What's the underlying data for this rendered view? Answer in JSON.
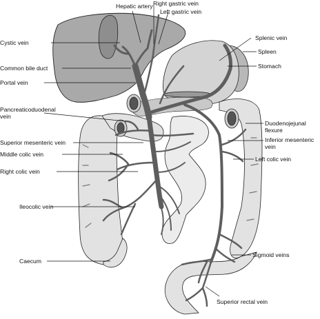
{
  "labels": {
    "hepatic_artery": "Hepatic artery",
    "right_gastric_vein": "Right gastric vein",
    "left_gastric_vein": "Left gastric vein",
    "cystic_vein": "Cystic vein",
    "common_bile_duct": "Common bile duct",
    "portal_vein": "Portal vein",
    "pancreaticoduodenal_vein_line1": "Pancreaticoduodenal",
    "pancreaticoduodenal_vein_line2": "vein",
    "superior_mesenteric_vein": "Superior mesenteric vein",
    "middle_colic_vein": "Middle colic vein",
    "right_colic_vein": "Right colic vein",
    "ileocolic_vein": "Ileocolic vein",
    "caecum": "Caecum",
    "splenic_vein": "Splenic vein",
    "spleen": "Spleen",
    "stomach": "Stomach",
    "duodenojejunal_flexure_line1": "Duodenojejunal",
    "duodenojejunal_flexure_line2": "flexure",
    "inferior_mesenteric_vein_line1": "Inferior mesenteric",
    "inferior_mesenteric_vein_line2": "vein",
    "left_colic_vein": "Left colic vein",
    "sigmoid_veins": "Sigmoid veins",
    "superior_rectal_vein": "Superior rectal vein"
  },
  "colors": {
    "liver": "#a9a9a9",
    "gallbladder": "#8e8e8e",
    "stomach": "#d4d4d4",
    "spleen": "#b8b8b8",
    "colon": "#e2e2e2",
    "intestine": "#ececec",
    "vein": "#5e5e5e",
    "outline": "#222222"
  }
}
